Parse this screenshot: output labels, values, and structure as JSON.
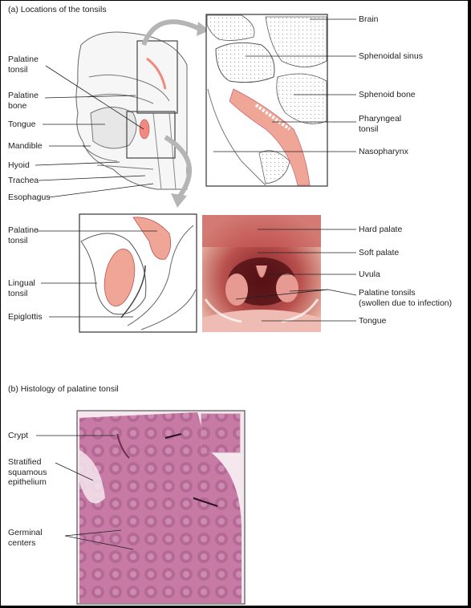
{
  "section_a": {
    "title": "(a) Locations of the tonsils",
    "left_labels": [
      {
        "id": "palatine-tonsil",
        "lines": [
          "Palatine",
          "tonsil"
        ]
      },
      {
        "id": "palatine-bone",
        "lines": [
          "Palatine",
          "bone"
        ]
      },
      {
        "id": "tongue",
        "lines": [
          "Tongue"
        ]
      },
      {
        "id": "mandible",
        "lines": [
          "Mandible"
        ]
      },
      {
        "id": "hyoid",
        "lines": [
          "Hyoid"
        ]
      },
      {
        "id": "trachea",
        "lines": [
          "Trachea"
        ]
      },
      {
        "id": "esophagus",
        "lines": [
          "Esophagus"
        ]
      }
    ],
    "right_labels": [
      {
        "id": "brain",
        "lines": [
          "Brain"
        ]
      },
      {
        "id": "sphenoidal-sinus",
        "lines": [
          "Sphenoidal sinus"
        ]
      },
      {
        "id": "sphenoid-bone",
        "lines": [
          "Sphenoid bone"
        ]
      },
      {
        "id": "pharyngeal-tonsil",
        "lines": [
          "Pharyngeal",
          "tonsil"
        ]
      },
      {
        "id": "nasopharynx",
        "lines": [
          "Nasopharynx"
        ]
      }
    ],
    "lower_left_labels": [
      {
        "id": "palatine-tonsil-2",
        "lines": [
          "Palatine",
          "tonsil"
        ]
      },
      {
        "id": "lingual-tonsil",
        "lines": [
          "Lingual",
          "tonsil"
        ]
      },
      {
        "id": "epiglottis",
        "lines": [
          "Epiglottis"
        ]
      }
    ],
    "lower_right_labels": [
      {
        "id": "hard-palate",
        "lines": [
          "Hard palate"
        ]
      },
      {
        "id": "soft-palate",
        "lines": [
          "Soft palate"
        ]
      },
      {
        "id": "uvula",
        "lines": [
          "Uvula"
        ]
      },
      {
        "id": "palatine-tonsils",
        "lines": [
          "Palatine tonsils",
          "(swollen due to infection)"
        ]
      },
      {
        "id": "tongue-2",
        "lines": [
          "Tongue"
        ]
      }
    ]
  },
  "section_b": {
    "title": "(b) Histology of palatine tonsil",
    "labels": [
      {
        "id": "crypt",
        "lines": [
          "Crypt"
        ]
      },
      {
        "id": "stratified-squamous-epithelium",
        "lines": [
          "Stratified",
          "squamous",
          "epithelium"
        ]
      },
      {
        "id": "germinal-centers",
        "lines": [
          "Germinal",
          "centers"
        ]
      }
    ]
  },
  "colors": {
    "tissue_pink": "#f0a6a0",
    "tonsil_salmon": "#f5a89a",
    "mouth_red": "#c9605c",
    "histo_purple": "#8e4a78",
    "histo_pink": "#d98fb2",
    "arrow_gray": "#b5b5b5"
  }
}
